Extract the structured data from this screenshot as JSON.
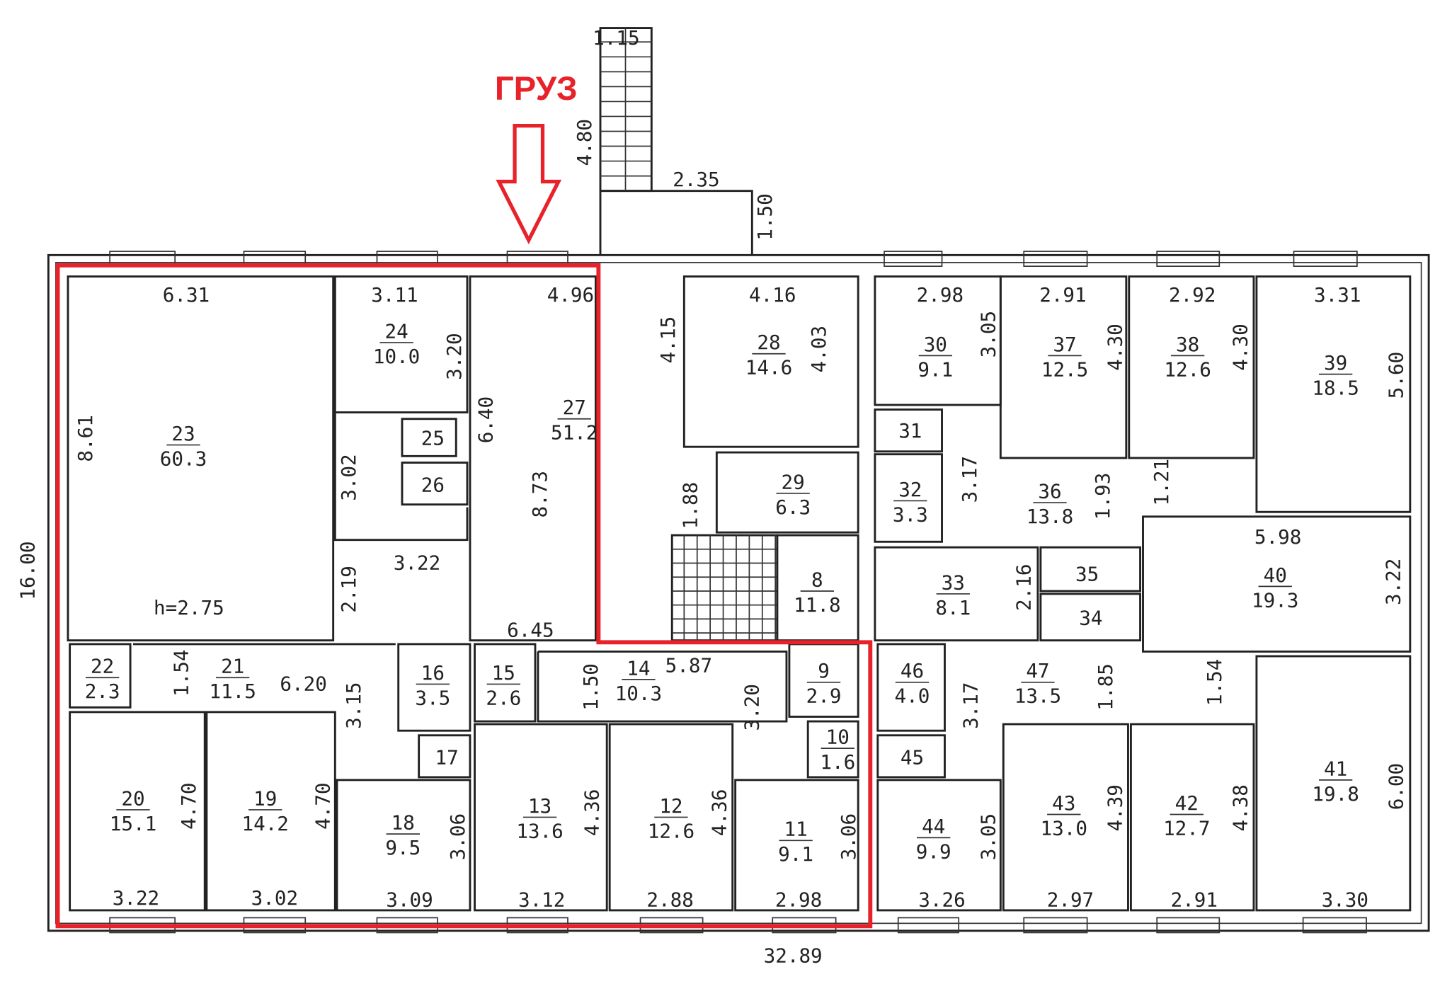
{
  "annotation": {
    "label": "ГРУЗ",
    "color": "#e8222a",
    "arrow_icon": "arrow-down-icon"
  },
  "height_note": "h=2.75",
  "rooms": [
    {
      "id": "23",
      "area": "60.3"
    },
    {
      "id": "24",
      "area": "10.0"
    },
    {
      "id": "25",
      "area": ""
    },
    {
      "id": "26",
      "area": ""
    },
    {
      "id": "27",
      "area": "51.2"
    },
    {
      "id": "28",
      "area": "14.6"
    },
    {
      "id": "29",
      "area": "6.3"
    },
    {
      "id": "8",
      "area": "11.8"
    },
    {
      "id": "30",
      "area": "9.1"
    },
    {
      "id": "31",
      "area": ""
    },
    {
      "id": "32",
      "area": "3.3"
    },
    {
      "id": "37",
      "area": "12.5"
    },
    {
      "id": "38",
      "area": "12.6"
    },
    {
      "id": "39",
      "area": "18.5"
    },
    {
      "id": "36",
      "area": "13.8"
    },
    {
      "id": "40",
      "area": "19.3"
    },
    {
      "id": "33",
      "area": "8.1"
    },
    {
      "id": "35",
      "area": ""
    },
    {
      "id": "34",
      "area": ""
    },
    {
      "id": "22",
      "area": "2.3"
    },
    {
      "id": "21",
      "area": "11.5"
    },
    {
      "id": "16",
      "area": "3.5"
    },
    {
      "id": "15",
      "area": "2.6"
    },
    {
      "id": "14",
      "area": "10.3"
    },
    {
      "id": "9",
      "area": "2.9"
    },
    {
      "id": "10",
      "area": "1.6"
    },
    {
      "id": "17",
      "area": ""
    },
    {
      "id": "20",
      "area": "15.1"
    },
    {
      "id": "19",
      "area": "14.2"
    },
    {
      "id": "18",
      "area": "9.5"
    },
    {
      "id": "13",
      "area": "13.6"
    },
    {
      "id": "12",
      "area": "12.6"
    },
    {
      "id": "11",
      "area": "9.1"
    },
    {
      "id": "46",
      "area": "4.0"
    },
    {
      "id": "45",
      "area": ""
    },
    {
      "id": "47",
      "area": "13.5"
    },
    {
      "id": "44",
      "area": "9.9"
    },
    {
      "id": "43",
      "area": "13.0"
    },
    {
      "id": "42",
      "area": "12.7"
    },
    {
      "id": "41",
      "area": "19.8"
    }
  ],
  "dimensions": [
    "1.15",
    "4.80",
    "2.35",
    "1.50",
    "6.31",
    "3.11",
    "4.96",
    "4.16",
    "2.98",
    "2.91",
    "2.92",
    "3.31",
    "3.20",
    "4.15",
    "4.03",
    "3.05",
    "4.30",
    "4.30",
    "5.60",
    "8.61",
    "6.40",
    "3.02",
    "8.73",
    "1.88",
    "3.17",
    "1.93",
    "1.21",
    "3.22",
    "5.98",
    "16.00",
    "2.19",
    "2.16",
    "3.22",
    "6.45",
    "1.54",
    "6.20",
    "5.87",
    "1.50",
    "3.15",
    "3.20",
    "3.17",
    "1.85",
    "1.54",
    "4.70",
    "4.70",
    "3.06",
    "4.36",
    "4.36",
    "3.06",
    "3.05",
    "4.39",
    "4.38",
    "6.00",
    "3.22",
    "3.02",
    "3.09",
    "3.12",
    "2.88",
    "2.98",
    "3.26",
    "2.97",
    "2.91",
    "3.30",
    "32.89"
  ]
}
